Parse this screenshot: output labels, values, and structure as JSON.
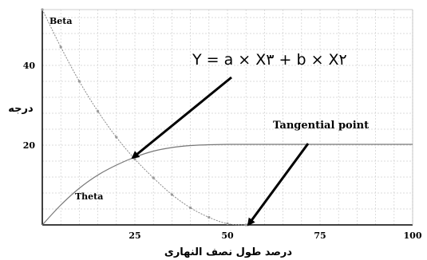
{
  "chart_data": {
    "type": "line",
    "xlabel": "درصد طول نصف النهاری",
    "ylabel": "درجه",
    "xlim": [
      0,
      100
    ],
    "ylim": [
      0,
      54
    ],
    "grid": true,
    "xticks": [
      25,
      50,
      75,
      100
    ],
    "yticks": [
      20,
      40
    ],
    "series": [
      {
        "name": "Beta",
        "color": "#888888",
        "x": [
          0,
          5,
          10,
          15,
          20,
          25,
          30,
          35,
          40,
          45,
          50,
          55
        ],
        "y": [
          54,
          44.6,
          36.0,
          28.5,
          22.0,
          16.5,
          11.8,
          7.6,
          4.3,
          1.9,
          0.3,
          0
        ]
      },
      {
        "name": "Theta",
        "color": "#777777",
        "x": [
          0,
          5,
          10,
          15,
          20,
          25,
          30,
          35,
          40,
          45,
          50,
          55,
          60,
          70,
          80,
          90,
          100
        ],
        "y": [
          0,
          5.0,
          9.2,
          12.5,
          15.0,
          17.0,
          18.5,
          19.4,
          19.9,
          20.1,
          20.2,
          20.2,
          20.2,
          20.2,
          20.2,
          20.2,
          20.2
        ]
      }
    ],
    "annotations": {
      "formula": "Y = a × X۳ + b × X۲",
      "tangential": "Tangential point"
    }
  }
}
